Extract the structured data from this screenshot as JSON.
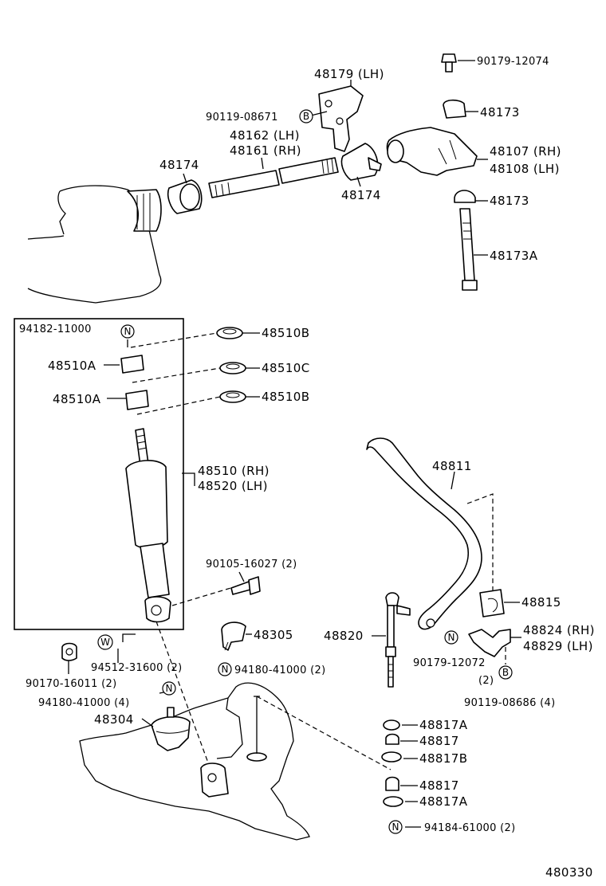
{
  "labels": {
    "p90179_12074": "90179-12074",
    "p48179": "48179 (LH)",
    "p48173_top": "48173",
    "p90119_08671": "90119-08671",
    "p48162": "48162 (LH)",
    "p48161": "48161 (RH)",
    "p48107": "48107 (RH)",
    "p48108": "48108 (LH)",
    "p48174_left": "48174",
    "p48174_right": "48174",
    "p48173_mid": "48173",
    "p48173A": "48173A",
    "p94182": "94182-11000",
    "p48510B_1": "48510B",
    "p48510A_1": "48510A",
    "p48510C": "48510C",
    "p48510A_2": "48510A",
    "p48510B_2": "48510B",
    "p48510": "48510 (RH)",
    "p48520": "48520 (LH)",
    "p48811": "48811",
    "p90105": "90105-16027 (2)",
    "p48815": "48815",
    "p48305": "48305",
    "p48820": "48820",
    "p48824": "48824 (RH)",
    "p48829": "48829 (LH)",
    "p94512": "94512-31600 (2)",
    "p90170": "90170-16011 (2)",
    "p94180_1": "94180-41000 (2)",
    "p90179_12072": "90179-12072",
    "p90179_12072_qty": "(2)",
    "p94180_2": "94180-41000 (4)",
    "p90119_08686": "90119-08686 (4)",
    "p48304": "48304",
    "p48817A_1": "48817A",
    "p48817_1": "48817",
    "p48817B": "48817B",
    "p48817_2": "48817",
    "p48817A_2": "48817A",
    "p94184": "94184-61000 (2)",
    "diagram_id": "480330"
  },
  "symbols": {
    "B": "B",
    "N": "N",
    "W": "W"
  }
}
